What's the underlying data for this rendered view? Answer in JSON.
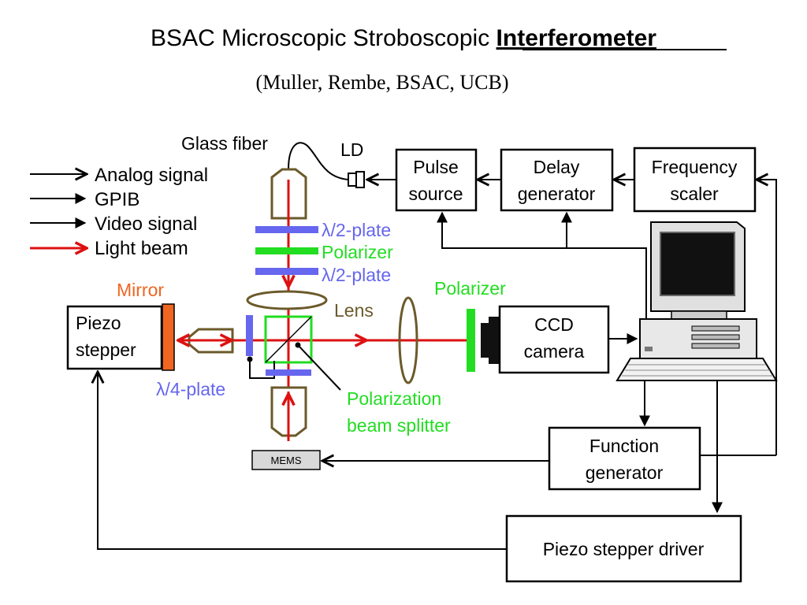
{
  "title": {
    "main": "BSAC Microscopic Stroboscopic",
    "emphasis": "Interferometer",
    "subtitle": "(Muller, Rembe, BSAC, UCB)"
  },
  "legend": [
    {
      "label": "Analog signal",
      "type": "analog"
    },
    {
      "label": "GPIB",
      "type": "gpib"
    },
    {
      "label": "Video signal",
      "type": "video"
    },
    {
      "label": "Light beam",
      "type": "light"
    }
  ],
  "boxes": {
    "pulse_source": [
      "Pulse",
      "source"
    ],
    "delay_generator": [
      "Delay",
      "generator"
    ],
    "frequency_scaler": [
      "Frequency",
      "scaler"
    ],
    "piezo_stepper": [
      "Piezo",
      "stepper"
    ],
    "ccd_camera": [
      "CCD",
      "camera"
    ],
    "function_generator": [
      "Function",
      "generator"
    ],
    "piezo_stepper_driver": "Piezo stepper driver",
    "mems": "MEMS"
  },
  "labels": {
    "glass_fiber": "Glass fiber",
    "ld": "LD",
    "half_plate_top": "λ/2-plate",
    "polarizer_mid": "Polarizer",
    "half_plate_bottom": "λ/2-plate",
    "mirror": "Mirror",
    "lens": "Lens",
    "polarizer_right": "Polarizer",
    "quarter_plate": "λ/4-plate",
    "pbs": [
      "Polarization",
      "beam splitter"
    ]
  },
  "colors": {
    "light_beam": "#dd1111",
    "plate": "#6666ee",
    "polarizer": "#22dd22",
    "mirror": "#ee6622",
    "lens": "#6b5a2a",
    "mems_fill": "#d8d8d8",
    "mirror_label": "#ee6622"
  }
}
